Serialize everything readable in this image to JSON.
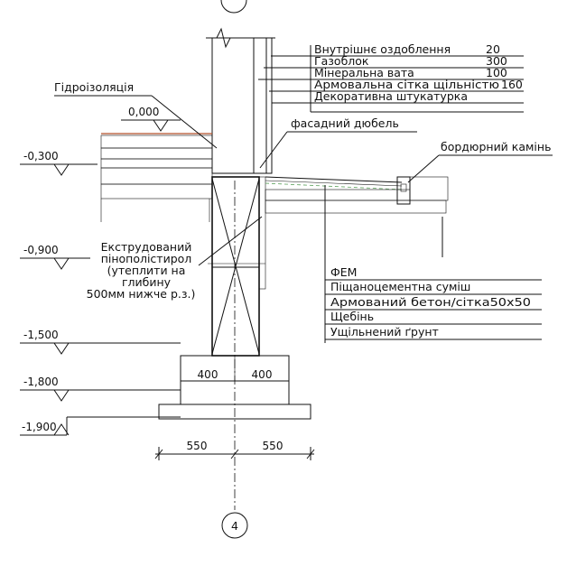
{
  "layers_wall": [
    {
      "name": "Внутрішнє оздоблення",
      "value": "20"
    },
    {
      "name": "Газоблок",
      "value": "300"
    },
    {
      "name": "Мінеральна вата",
      "value": "100"
    },
    {
      "name": "Армовальна сітка щільністю",
      "value": "160"
    },
    {
      "name": "Декоративна штукатурка",
      "value": ""
    }
  ],
  "labels": {
    "waterproofing": "Гідроізоляція",
    "facade_dowel": "фасадний дюбель",
    "curb_stone": "бордюрний камінь",
    "insulation_1": "Екструдований",
    "insulation_2": "пінополістирол",
    "insulation_3": "(утеплити на",
    "insulation_4": "глибину",
    "insulation_5": "500мм нижче р.з.)"
  },
  "layers_ground": [
    "ФЕМ",
    "Піщаноцементна суміш",
    "Армований бетон/сітка50х50",
    "Щебінь",
    "Ущільнений ґрунт"
  ],
  "levels": {
    "l0": "0,000",
    "l1": "-0,300",
    "l2": "-0,900",
    "l3": "-1,500",
    "l4": "-1,800",
    "l5": "-1,900"
  },
  "dims": {
    "footing_left": "400",
    "footing_right": "400",
    "base_left": "550",
    "base_right": "550"
  },
  "axis_label": "4",
  "colors": {
    "line": "#111111",
    "finish": "#b4502a",
    "hatch": "#555555",
    "grass": "#5aa05a"
  }
}
